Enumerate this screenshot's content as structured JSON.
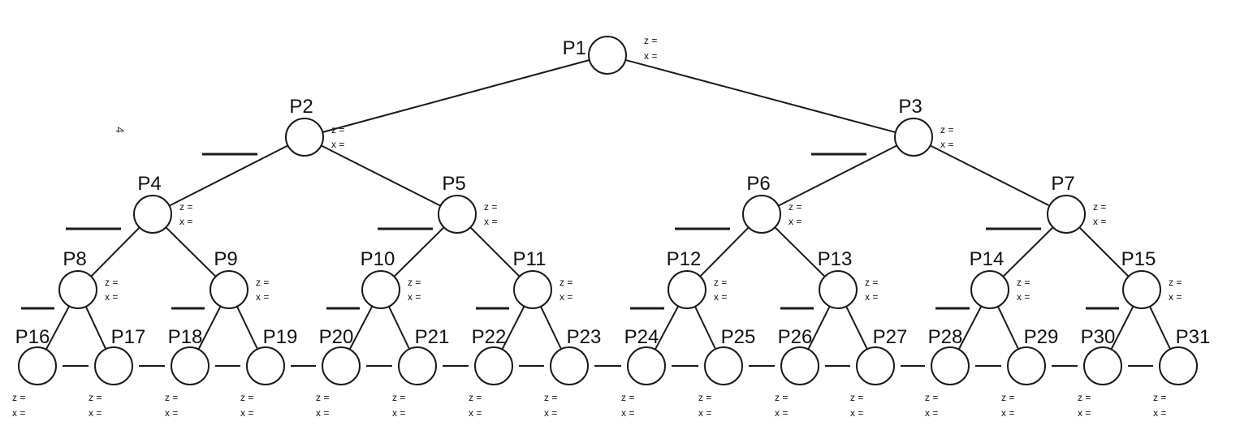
{
  "tree": {
    "nodes": [
      {
        "id": "P1",
        "label": "P1",
        "z": "z =",
        "x": "x ="
      },
      {
        "id": "P2",
        "label": "P2",
        "z": "z =",
        "x": "x ="
      },
      {
        "id": "P3",
        "label": "P3",
        "z": "z =",
        "x": "x ="
      },
      {
        "id": "P4",
        "label": "P4",
        "z": "z =",
        "x": "x ="
      },
      {
        "id": "P5",
        "label": "P5",
        "z": "z =",
        "x": "x ="
      },
      {
        "id": "P6",
        "label": "P6",
        "z": "z =",
        "x": "x ="
      },
      {
        "id": "P7",
        "label": "P7",
        "z": "z =",
        "x": "x ="
      },
      {
        "id": "P8",
        "label": "P8",
        "z": "z =",
        "x": "x ="
      },
      {
        "id": "P9",
        "label": "P9",
        "z": "z =",
        "x": "x ="
      },
      {
        "id": "P10",
        "label": "P10",
        "z": "z =",
        "x": "x ="
      },
      {
        "id": "P11",
        "label": "P11",
        "z": "z =",
        "x": "x ="
      },
      {
        "id": "P12",
        "label": "P12",
        "z": "z =",
        "x": "x ="
      },
      {
        "id": "P13",
        "label": "P13",
        "z": "z =",
        "x": "x ="
      },
      {
        "id": "P14",
        "label": "P14",
        "z": "z =",
        "x": "x ="
      },
      {
        "id": "P15",
        "label": "P15",
        "z": "z =",
        "x": "x ="
      },
      {
        "id": "P16",
        "label": "P16",
        "z": "z =",
        "x": "x ="
      },
      {
        "id": "P17",
        "label": "P17",
        "z": "z =",
        "x": "x ="
      },
      {
        "id": "P18",
        "label": "P18",
        "z": "z =",
        "x": "x ="
      },
      {
        "id": "P19",
        "label": "P19",
        "z": "z =",
        "x": "x ="
      },
      {
        "id": "P20",
        "label": "P20",
        "z": "z =",
        "x": "x ="
      },
      {
        "id": "P21",
        "label": "P21",
        "z": "z =",
        "x": "x ="
      },
      {
        "id": "P22",
        "label": "P22",
        "z": "z =",
        "x": "x ="
      },
      {
        "id": "P23",
        "label": "P23",
        "z": "z =",
        "x": "x ="
      },
      {
        "id": "P24",
        "label": "P24",
        "z": "z =",
        "x": "x ="
      },
      {
        "id": "P25",
        "label": "P25",
        "z": "z =",
        "x": "x ="
      },
      {
        "id": "P26",
        "label": "P26",
        "z": "z =",
        "x": "x ="
      },
      {
        "id": "P27",
        "label": "P27",
        "z": "z =",
        "x": "x ="
      },
      {
        "id": "P28",
        "label": "P28",
        "z": "z =",
        "x": "x ="
      },
      {
        "id": "P29",
        "label": "P29",
        "z": "z =",
        "x": "x ="
      },
      {
        "id": "P30",
        "label": "P30",
        "z": "z =",
        "x": "x ="
      },
      {
        "id": "P31",
        "label": "P31",
        "z": "z =",
        "x": "x ="
      }
    ],
    "edges": [
      [
        "P1",
        "P2"
      ],
      [
        "P1",
        "P3"
      ],
      [
        "P2",
        "P4"
      ],
      [
        "P2",
        "P5"
      ],
      [
        "P3",
        "P6"
      ],
      [
        "P3",
        "P7"
      ],
      [
        "P4",
        "P8"
      ],
      [
        "P4",
        "P9"
      ],
      [
        "P5",
        "P10"
      ],
      [
        "P5",
        "P11"
      ],
      [
        "P6",
        "P12"
      ],
      [
        "P6",
        "P13"
      ],
      [
        "P7",
        "P14"
      ],
      [
        "P7",
        "P15"
      ],
      [
        "P8",
        "P16"
      ],
      [
        "P8",
        "P17"
      ],
      [
        "P9",
        "P18"
      ],
      [
        "P9",
        "P19"
      ],
      [
        "P10",
        "P20"
      ],
      [
        "P10",
        "P21"
      ],
      [
        "P11",
        "P22"
      ],
      [
        "P11",
        "P23"
      ],
      [
        "P12",
        "P24"
      ],
      [
        "P12",
        "P25"
      ],
      [
        "P13",
        "P26"
      ],
      [
        "P13",
        "P27"
      ],
      [
        "P14",
        "P28"
      ],
      [
        "P14",
        "P29"
      ],
      [
        "P15",
        "P30"
      ],
      [
        "P15",
        "P31"
      ]
    ],
    "stray_mark": "4",
    "colors": {
      "line": "#1a1a1a",
      "text": "#111111",
      "background": "#ffffff"
    }
  }
}
